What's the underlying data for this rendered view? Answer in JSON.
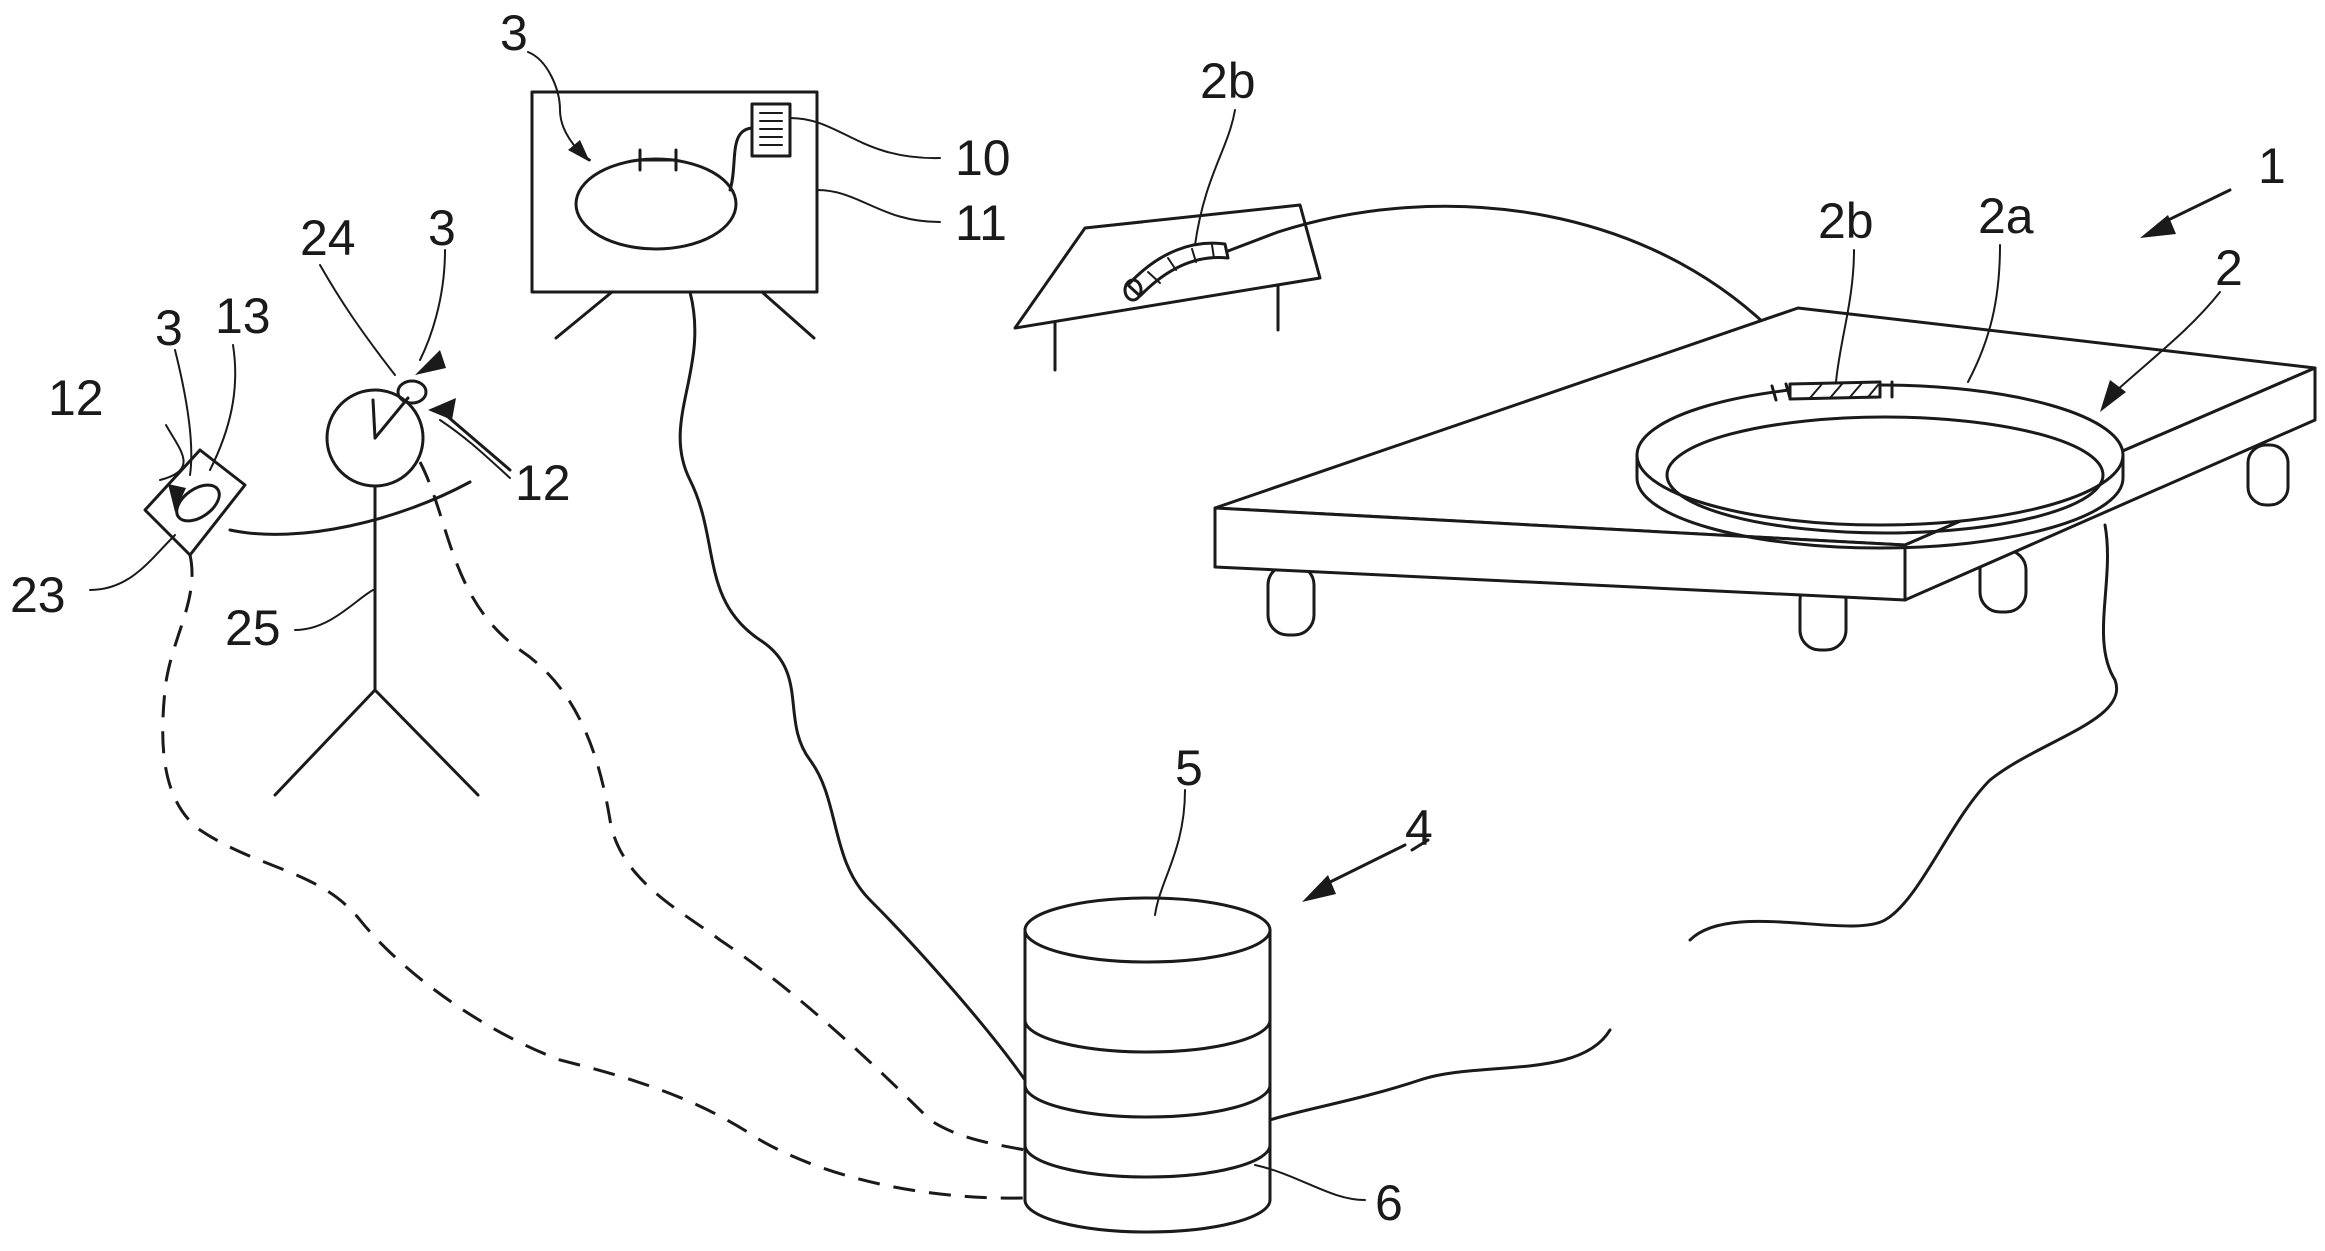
{
  "labels": {
    "system": "1",
    "ring": "2",
    "ring_part": "2a",
    "segment_bench": "2b",
    "segment_ring": "2b",
    "data_monitor": "3",
    "data_screen": "3",
    "data_head": "3",
    "data_phone": "3",
    "storage": "4",
    "storage_top": "5",
    "storage_bottom": "6",
    "doc_icon": "10",
    "monitor": "11",
    "link_phone": "12",
    "link_head": "12",
    "phone": "13",
    "phone_image": "23",
    "head_display": "24",
    "person": "25"
  }
}
